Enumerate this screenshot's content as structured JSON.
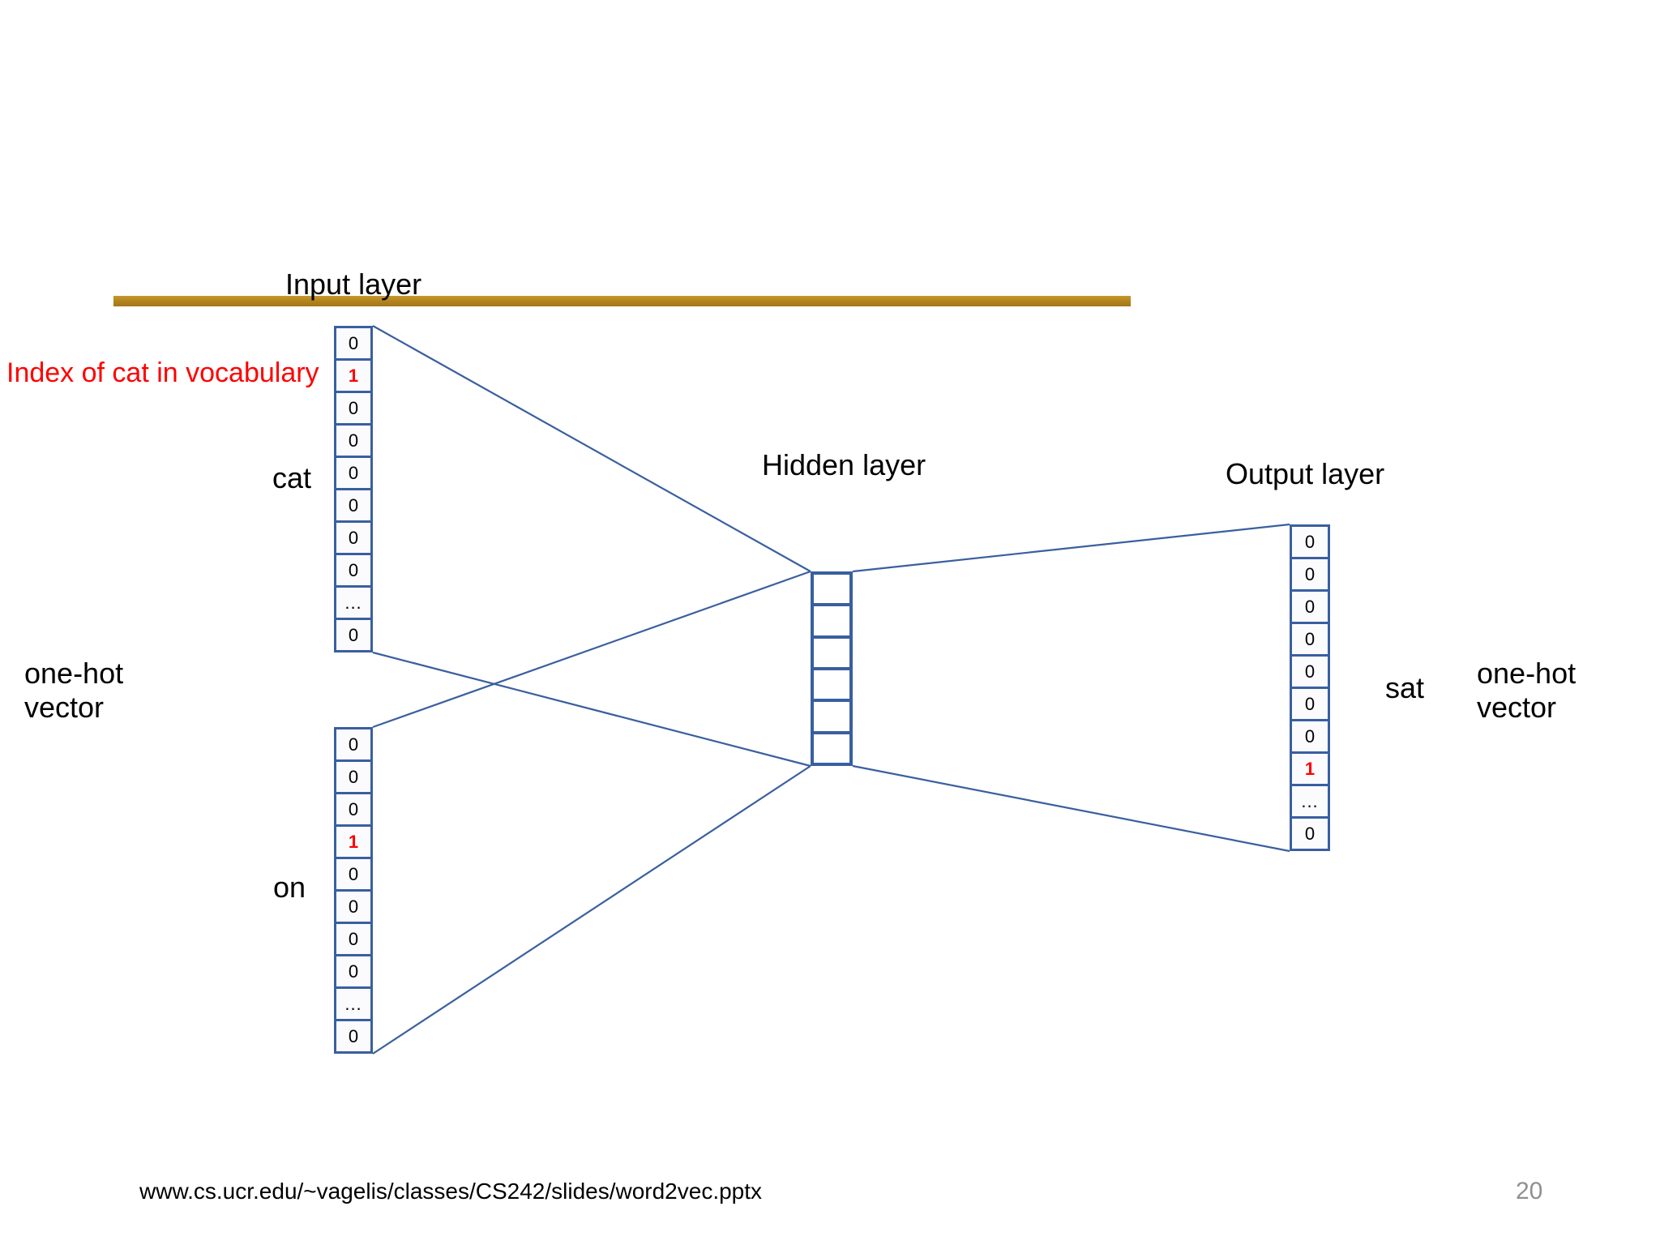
{
  "slide": {
    "page_number": "20",
    "footer_url": "www.cs.ucr.edu/~vagelis/classes/CS242/slides/word2vec.pptx",
    "accent_bar_color": "#b8860b",
    "box_border_color": "#3a5fa0",
    "highlight_color": "#ff0000",
    "page_number_color": "#909090"
  },
  "labels": {
    "input_layer": "Input layer",
    "hidden_layer": "Hidden layer",
    "output_layer": "Output layer",
    "index_of_cat": "Index of cat in vocabulary",
    "word_cat": "cat",
    "word_on": "on",
    "word_sat": "sat",
    "onehot_left": "one-hot\nvector",
    "onehot_right": "one-hot\nvector"
  },
  "vectors": {
    "input_cat": {
      "name": "cat",
      "cells": [
        "0",
        "1",
        "0",
        "0",
        "0",
        "0",
        "0",
        "0",
        "...",
        "0"
      ],
      "hot_index": 1
    },
    "input_on": {
      "name": "on",
      "cells": [
        "0",
        "0",
        "0",
        "1",
        "0",
        "0",
        "0",
        "0",
        "...",
        "0"
      ],
      "hot_index": 3
    },
    "hidden": {
      "name": "hidden",
      "cells": [
        "",
        "",
        "",
        "",
        "",
        ""
      ],
      "hot_index": -1
    },
    "output_sat": {
      "name": "sat",
      "cells": [
        "0",
        "0",
        "0",
        "0",
        "0",
        "0",
        "0",
        "1",
        "...",
        "0"
      ],
      "hot_index": 7
    }
  }
}
